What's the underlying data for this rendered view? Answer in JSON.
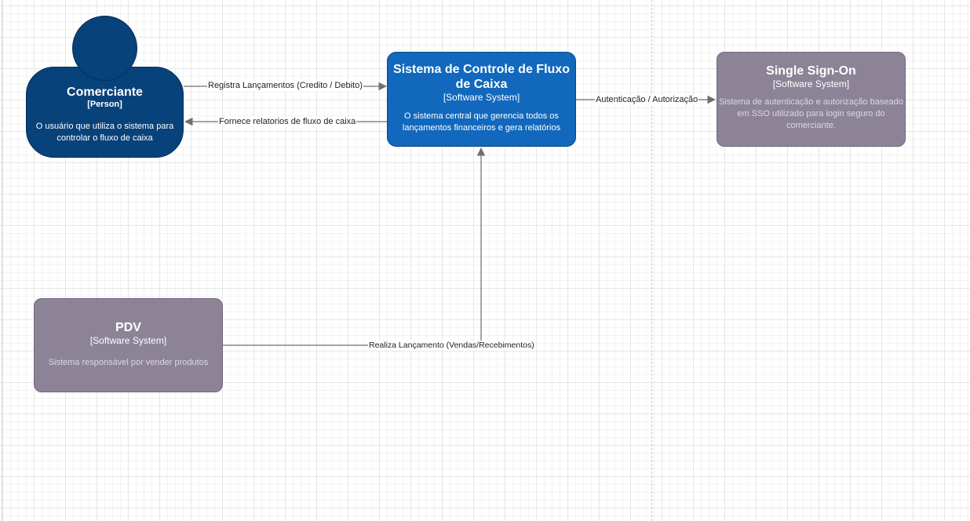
{
  "nodes": {
    "comerciante": {
      "title": "Comerciante",
      "kind": "[Person]",
      "description": "O usuário que utiliza o sistema para controlar o fluxo de caixa"
    },
    "sistema": {
      "title": "Sistema de Controle de Fluxo de Caixa",
      "kind": "[Software System]",
      "description": "O sistema central que gerencia todos os lançamentos financeiros e gera relatórios"
    },
    "sso": {
      "title": "Single Sign-On",
      "kind": "[Software System]",
      "description": "Sistema de autenticação e autorização baseado em SSO utilizado para login seguro do comerciante."
    },
    "pdv": {
      "title": "PDV",
      "kind": "[Software System]",
      "description": "Sistema responsável por vender produtos"
    }
  },
  "edges": {
    "registra": "Registra Lançamentos (Credito / Debito)",
    "fornece": "Fornece relatorios de fluxo de caixa",
    "autenticacao": "Autenticação / Autorização",
    "realiza": "Realiza Lançamento (Vendas/Recebimentos)"
  },
  "colors": {
    "person": "#08427b",
    "system": "#1168bd",
    "external_system": "#8c8496",
    "edge": "#707070"
  }
}
